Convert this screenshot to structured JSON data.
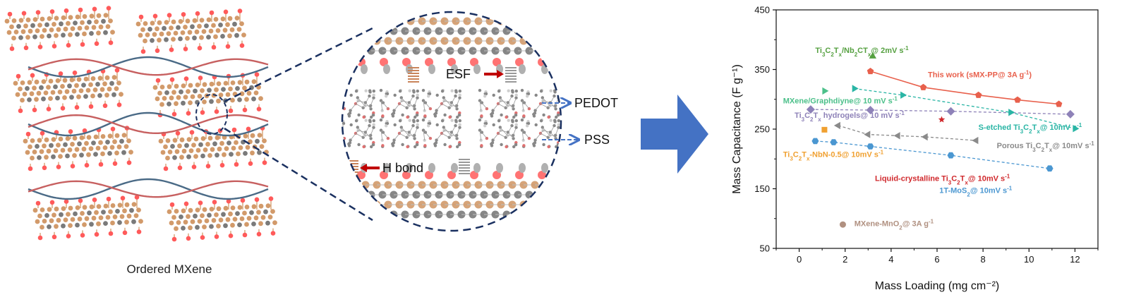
{
  "figure": {
    "caption_left": "Ordered MXene",
    "schematic_labels": {
      "esf": "ESF",
      "pedot": "PEDOT",
      "pss": "PSS",
      "h_bond": "H bond"
    }
  },
  "colors": {
    "mxene_ti": "#d29a6a",
    "mxene_c": "#7a7a7a",
    "oxygen": "#ff5a5a",
    "chain_dark": "#4a6a86",
    "chain_red": "#c76060",
    "arrow_blue": "#4472c4",
    "arrow_red": "#c00000",
    "circle_border": "#1a3060"
  },
  "chart_data": {
    "type": "scatter",
    "xlabel": "Mass Loading (mg cm⁻²)",
    "ylabel": "Mass Capacitance (F g⁻¹)",
    "xlim": [
      -1,
      13
    ],
    "ylim": [
      50,
      450
    ],
    "xticks": [
      0,
      2,
      4,
      6,
      8,
      10,
      12
    ],
    "yticks": [
      50,
      150,
      250,
      350,
      450
    ],
    "grid": false,
    "series": [
      {
        "name": "This work (sMX-PP@ 3A g⁻¹)",
        "color": "#e8604c",
        "marker": "pentagon",
        "line": "solid",
        "points": [
          [
            3.1,
            347
          ],
          [
            5.4,
            320
          ],
          [
            7.8,
            307
          ],
          [
            9.5,
            299
          ],
          [
            11.3,
            292
          ]
        ]
      },
      {
        "name": "Ti₃C₂Tₓ/Nb₂CTₓ@ 2mV s⁻¹",
        "color": "#55a040",
        "marker": "triangle-up",
        "line": "none",
        "points": [
          [
            3.2,
            372
          ]
        ]
      },
      {
        "name": "MXene/Graphdiyne@ 10 mV s⁻¹",
        "color": "#4cc08a",
        "marker": "triangle-right",
        "line": "none",
        "points": [
          [
            1.1,
            314
          ]
        ]
      },
      {
        "name": "S-etched Ti₃C₂Tₓ@ 10mV s⁻¹",
        "color": "#2ab5a5",
        "marker": "triangle-right",
        "line": "dashed",
        "points": [
          [
            2.4,
            318
          ],
          [
            4.5,
            307
          ],
          [
            9.2,
            278
          ],
          [
            12.0,
            251
          ]
        ]
      },
      {
        "name": "Ti₃C₂Tₓ hydrogels@ 10 mV s⁻¹",
        "color": "#8e82b8",
        "marker": "diamond",
        "line": "dashed",
        "points": [
          [
            0.5,
            283
          ],
          [
            3.1,
            282
          ],
          [
            6.6,
            280
          ],
          [
            11.8,
            275
          ]
        ]
      },
      {
        "name": "Liquid-crystalline Ti₃C₂Tₓ@ 10mV s⁻¹",
        "color": "#d0282c",
        "marker": "star",
        "line": "none",
        "points": [
          [
            6.2,
            266
          ]
        ]
      },
      {
        "name": "Ti₃C₂Tₓ-NbN-0.5@ 10mV s⁻¹",
        "color": "#f0a030",
        "marker": "square",
        "line": "none",
        "points": [
          [
            1.1,
            249
          ]
        ]
      },
      {
        "name": "Porous Ti₃C₂Tₓ@ 10mV s⁻¹",
        "color": "#8a8a8a",
        "marker": "triangle-left",
        "line": "dashed",
        "points": [
          [
            1.7,
            256
          ],
          [
            3.0,
            241
          ],
          [
            4.3,
            239
          ],
          [
            5.5,
            237
          ],
          [
            7.7,
            231
          ]
        ]
      },
      {
        "name": "1T-MoS₂@ 10mV s⁻¹",
        "color": "#4b97d1",
        "marker": "hexagon",
        "line": "dashed",
        "points": [
          [
            0.7,
            230
          ],
          [
            1.5,
            228
          ],
          [
            3.1,
            221
          ],
          [
            6.6,
            206
          ],
          [
            10.9,
            184
          ]
        ]
      },
      {
        "name": "MXene-MnO₂@ 3A g⁻¹",
        "color": "#b09080",
        "marker": "circle",
        "line": "none",
        "points": [
          [
            1.9,
            90
          ]
        ]
      }
    ],
    "annotations": [
      {
        "text_parts": [
          [
            "Ti",
            ""
          ],
          [
            "3",
            "sub"
          ],
          [
            "C",
            ""
          ],
          [
            "2",
            "sub"
          ],
          [
            "T",
            ""
          ],
          [
            "x",
            "sub"
          ],
          [
            "/Nb",
            ""
          ],
          [
            "2",
            "sub"
          ],
          [
            "CT",
            ""
          ],
          [
            "x",
            "sub"
          ],
          [
            "@ 2mV s",
            ""
          ],
          [
            "-1",
            "sup"
          ]
        ],
        "x": 0.7,
        "y": 378,
        "color": "#55a040"
      },
      {
        "text_parts": [
          [
            "This work (sMX-PP@ 3A g",
            ""
          ],
          [
            "-1",
            "sup"
          ],
          [
            ")",
            ""
          ]
        ],
        "x": 5.6,
        "y": 337,
        "color": "#e8604c"
      },
      {
        "text_parts": [
          [
            "MXene/Graphdiyne@ 10 mV s",
            ""
          ],
          [
            "-1",
            "sup"
          ]
        ],
        "x": -0.7,
        "y": 293,
        "color": "#4cc08a"
      },
      {
        "text_parts": [
          [
            "Ti",
            ""
          ],
          [
            "3",
            "sub"
          ],
          [
            "C",
            ""
          ],
          [
            "2",
            "sub"
          ],
          [
            "T",
            ""
          ],
          [
            "x",
            "sub"
          ],
          [
            " hydrogels@ 10 mV s",
            ""
          ],
          [
            "-1",
            "sup"
          ]
        ],
        "x": -0.2,
        "y": 269,
        "color": "#8e82b8"
      },
      {
        "text_parts": [
          [
            "S-etched Ti",
            ""
          ],
          [
            "3",
            "sub"
          ],
          [
            "C",
            ""
          ],
          [
            "2",
            "sub"
          ],
          [
            "T",
            ""
          ],
          [
            "x",
            "sub"
          ],
          [
            "@ 10mV s",
            ""
          ],
          [
            "-1",
            "sup"
          ]
        ],
        "x": 7.8,
        "y": 249,
        "color": "#2ab5a5"
      },
      {
        "text_parts": [
          [
            "Porous Ti",
            ""
          ],
          [
            "3",
            "sub"
          ],
          [
            "C",
            ""
          ],
          [
            "2",
            "sub"
          ],
          [
            "T",
            ""
          ],
          [
            "x",
            "sub"
          ],
          [
            "@ 10mV s",
            ""
          ],
          [
            "-1",
            "sup"
          ]
        ],
        "x": 8.6,
        "y": 218,
        "color": "#8a8a8a"
      },
      {
        "text_parts": [
          [
            "Ti",
            ""
          ],
          [
            "3",
            "sub"
          ],
          [
            "C",
            ""
          ],
          [
            "2",
            "sub"
          ],
          [
            "T",
            ""
          ],
          [
            "x",
            "sub"
          ],
          [
            "-NbN-0.5@ 10mV s",
            ""
          ],
          [
            "-1",
            "sup"
          ]
        ],
        "x": -0.7,
        "y": 203,
        "color": "#f0a030"
      },
      {
        "text_parts": [
          [
            "Liquid-crystalline Ti",
            ""
          ],
          [
            "3",
            "sub"
          ],
          [
            "C",
            ""
          ],
          [
            "2",
            "sub"
          ],
          [
            "T",
            ""
          ],
          [
            "x",
            "sub"
          ],
          [
            "@ 10mV s",
            ""
          ],
          [
            "-1",
            "sup"
          ]
        ],
        "x": 3.3,
        "y": 163,
        "color": "#d0282c"
      },
      {
        "text_parts": [
          [
            "1T-MoS",
            ""
          ],
          [
            "2",
            "sub"
          ],
          [
            "@ 10mV s",
            ""
          ],
          [
            "-1",
            "sup"
          ]
        ],
        "x": 6.1,
        "y": 143,
        "color": "#4b97d1"
      },
      {
        "text_parts": [
          [
            "MXene-MnO",
            ""
          ],
          [
            "2",
            "sub"
          ],
          [
            "@ 3A g",
            ""
          ],
          [
            "-1",
            "sup"
          ]
        ],
        "x": 2.4,
        "y": 87,
        "color": "#b09080"
      }
    ]
  }
}
